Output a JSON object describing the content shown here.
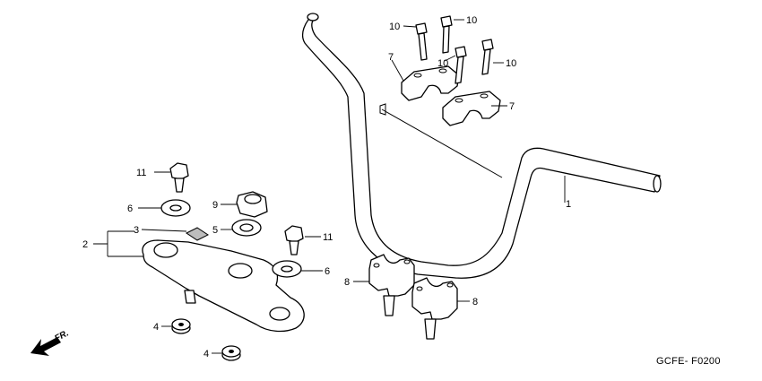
{
  "callouts": {
    "c1": "1",
    "c2": "2",
    "c3": "3",
    "c4a": "4",
    "c4b": "4",
    "c5": "5",
    "c6a": "6",
    "c6b": "6",
    "c7a": "7",
    "c7b": "7",
    "c8a": "8",
    "c8b": "8",
    "c9": "9",
    "c10a": "10",
    "c10b": "10",
    "c10c": "10",
    "c10d": "10",
    "c11a": "11",
    "c11b": "11"
  },
  "direction_label": "FR.",
  "diagram_code": "GCFE- F0200"
}
